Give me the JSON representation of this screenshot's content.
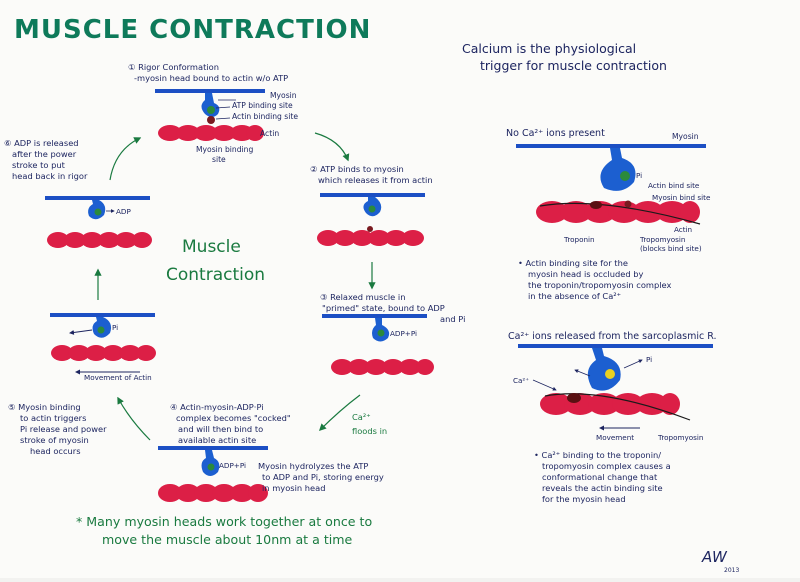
{
  "title": "MUSCLE CONTRACTION",
  "center_label": [
    "Muscle",
    "Contraction"
  ],
  "footer": [
    "* Many myosin heads work together at once to",
    "move the muscle about 10nm at a time"
  ],
  "calcium_note": [
    "Calcium is the physiological",
    "trigger for muscle contraction"
  ],
  "steps": {
    "s1": [
      "① Rigor Conformation",
      "-myosin head bound to actin w/o ATP"
    ],
    "s2": [
      "② ATP binds to myosin",
      "which releases it from actin"
    ],
    "s3": [
      "③ Relaxed muscle in",
      "\"primed\" state, bound to ADP",
      "and Pi"
    ],
    "s4": [
      "④ Actin-myosin-ADP·Pi",
      "complex becomes \"cocked\"",
      "and will then bind to",
      "available actin site"
    ],
    "s5": [
      "⑤ Myosin binding",
      "to actin triggers",
      "Pi release and power",
      "stroke of myosin",
      "head occurs"
    ],
    "s6": [
      "⑥ ADP is released",
      "after the power",
      "stroke to put",
      "head back in rigor"
    ]
  },
  "labels": {
    "myosin": "Myosin",
    "atp_binding_site": "ATP binding site",
    "actin_binding_site": "Actin binding site",
    "actin": "Actin",
    "myosin_binding_site": [
      "Myosin binding",
      "site"
    ],
    "adp": "ADP",
    "adp_pi": "ADP",
    "pi": "Pi",
    "movement_actin": "Movement of Actin",
    "ca_floods": [
      "Ca²⁺",
      "floods in"
    ],
    "hydrolysis": [
      "Myosin hydrolyzes the ATP",
      "to ADP and Pi, storing energy",
      "in myosin head"
    ]
  },
  "panel_top": {
    "heading": "No Ca²⁺ ions present",
    "myosin": "Myosin",
    "actin_bind": "Actin bind site",
    "myosin_bind": "Myosin bind site",
    "actin": "Actin",
    "troponin": "Troponin",
    "tropomyosin": [
      "Tropomyosin",
      "(blocks bind site)"
    ],
    "note": [
      "• Actin binding site for the",
      "myosin head is occluded by",
      "the troponin/tropomyosin complex",
      "in the absence of Ca²⁺"
    ]
  },
  "panel_bottom": {
    "heading": "Ca²⁺ ions released from the sarcoplasmic R.",
    "ca": "Ca²⁺",
    "pi": "Pi",
    "movement": "Movement",
    "tropomyosin": "Tropomyosin",
    "note": [
      "• Ca²⁺ binding to the troponin/",
      "tropomyosin complex causes a",
      "conformational change that",
      "reveals the actin binding site",
      "for the myosin head"
    ]
  },
  "signature": [
    "AW",
    "2013"
  ],
  "colors": {
    "myosin": "#1c5fd0",
    "actin": "#dc1f46",
    "green_ink": "#1a7a40",
    "navy_ink": "#1d2560",
    "title": "#0e7a5a"
  }
}
